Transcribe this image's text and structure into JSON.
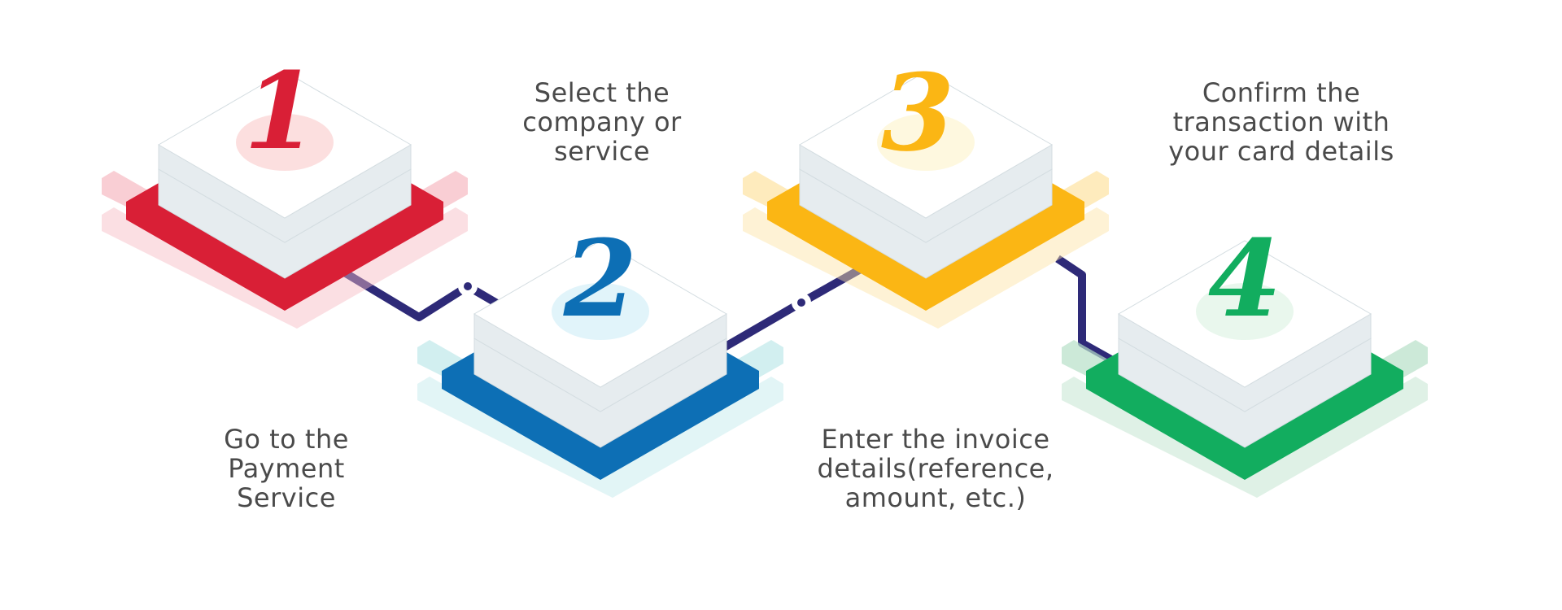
{
  "steps": [
    {
      "number": "1",
      "color": "#d91f36",
      "shadow": "#f6b9c2",
      "glow": "#f5a3a3",
      "label_lines": [
        "Go to the",
        "Payment",
        "Service"
      ]
    },
    {
      "number": "2",
      "color": "#0d6fb5",
      "shadow": "#bfe8ea",
      "glow": "#a8dff0",
      "label_lines": [
        "Select the",
        "company or",
        "service"
      ]
    },
    {
      "number": "3",
      "color": "#fbb614",
      "shadow": "#fde3a1",
      "glow": "#fdeaa3",
      "label_lines": [
        "Enter the invoice",
        "details(reference,",
        "amount, etc.)"
      ]
    },
    {
      "number": "4",
      "color": "#12ad5f",
      "shadow": "#b7e0c7",
      "glow": "#bfe9cc",
      "label_lines": [
        "Confirm the",
        "transaction with",
        "your card details"
      ]
    }
  ],
  "connector_color": "#2e2a78",
  "block_colors": {
    "top": "#ffffff",
    "side": "#e6ecef",
    "edge": "#d4dde1"
  }
}
